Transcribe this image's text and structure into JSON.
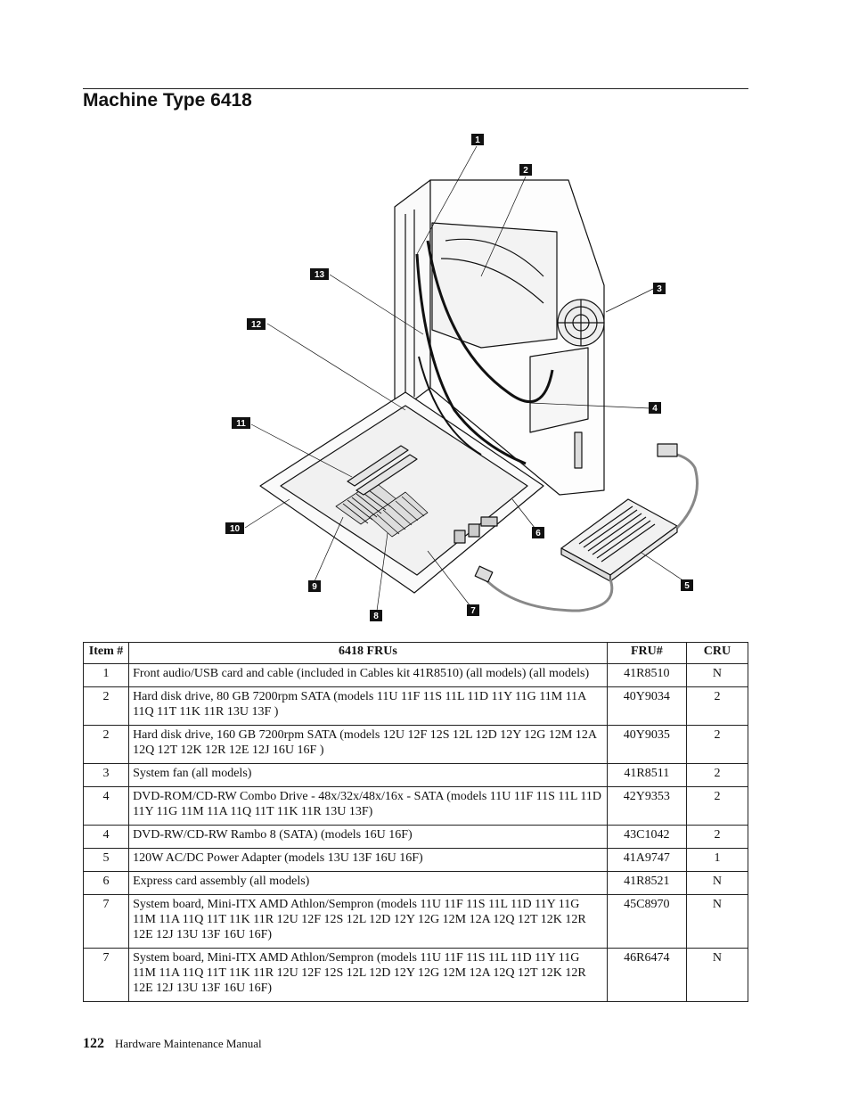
{
  "page": {
    "title": "Machine Type 6418",
    "page_number": "122",
    "footer_text": "Hardware Maintenance Manual"
  },
  "figure": {
    "callouts": [
      "1",
      "2",
      "3",
      "4",
      "5",
      "6",
      "7",
      "8",
      "9",
      "10",
      "11",
      "12",
      "13"
    ]
  },
  "table": {
    "headers": [
      "Item #",
      "6418 FRUs",
      "FRU#",
      "CRU"
    ],
    "rows": [
      {
        "item": "1",
        "desc": "Front audio/USB card and cable (included in Cables kit 41R8510) (all models) (all models)",
        "fru": "41R8510",
        "cru": "N"
      },
      {
        "item": "2",
        "desc": "Hard disk drive, 80 GB 7200rpm SATA (models 11U 11F 11S 11L 11D 11Y 11G 11M 11A 11Q 11T 11K 11R 13U 13F )",
        "fru": "40Y9034",
        "cru": "2"
      },
      {
        "item": "2",
        "desc": "Hard disk drive, 160 GB 7200rpm SATA (models 12U 12F 12S 12L 12D 12Y 12G 12M 12A 12Q 12T 12K 12R 12E 12J 16U 16F )",
        "fru": "40Y9035",
        "cru": "2"
      },
      {
        "item": "3",
        "desc": "System fan (all models)",
        "fru": "41R8511",
        "cru": "2"
      },
      {
        "item": "4",
        "desc": "DVD-ROM/CD-RW Combo Drive - 48x/32x/48x/16x - SATA (models 11U 11F 11S 11L 11D 11Y 11G 11M 11A 11Q 11T 11K 11R 13U 13F)",
        "fru": "42Y9353",
        "cru": "2"
      },
      {
        "item": "4",
        "desc": "DVD-RW/CD-RW Rambo 8 (SATA) (models 16U 16F)",
        "fru": "43C1042",
        "cru": "2"
      },
      {
        "item": "5",
        "desc": "120W AC/DC Power Adapter (models 13U 13F 16U 16F)",
        "fru": "41A9747",
        "cru": "1"
      },
      {
        "item": "6",
        "desc": "Express card assembly (all models)",
        "fru": "41R8521",
        "cru": "N"
      },
      {
        "item": "7",
        "desc": "System board, Mini-ITX AMD Athlon/Sempron (models 11U 11F 11S 11L 11D 11Y 11G 11M 11A 11Q 11T 11K 11R 12U 12F 12S 12L 12D 12Y 12G 12M 12A 12Q 12T 12K 12R 12E 12J 13U 13F 16U 16F)",
        "fru": "45C8970",
        "cru": "N"
      },
      {
        "item": "7",
        "desc": "System board, Mini-ITX AMD Athlon/Sempron (models 11U 11F 11S 11L 11D 11Y 11G 11M 11A 11Q 11T 11K 11R 12U 12F 12S 12L 12D 12Y 12G 12M 12A 12Q 12T 12K 12R 12E 12J 13U 13F 16U 16F)",
        "fru": "46R6474",
        "cru": "N"
      }
    ]
  }
}
